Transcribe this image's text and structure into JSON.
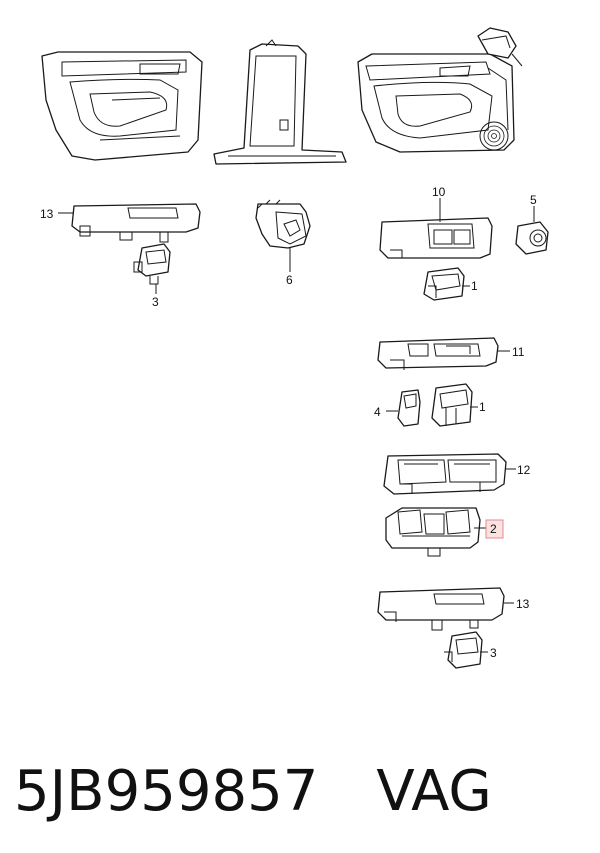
{
  "callouts": {
    "c13a": "13",
    "c3a": "3",
    "c6": "6",
    "c10": "10",
    "c5": "5",
    "c1a": "1",
    "c11": "11",
    "c4": "4",
    "c1b": "1",
    "c12": "12",
    "c2": "2",
    "c13b": "13",
    "c3b": "3"
  },
  "highlighted_callout": "2",
  "footer": {
    "part_number": "5JB959857",
    "brand": "VAG"
  }
}
